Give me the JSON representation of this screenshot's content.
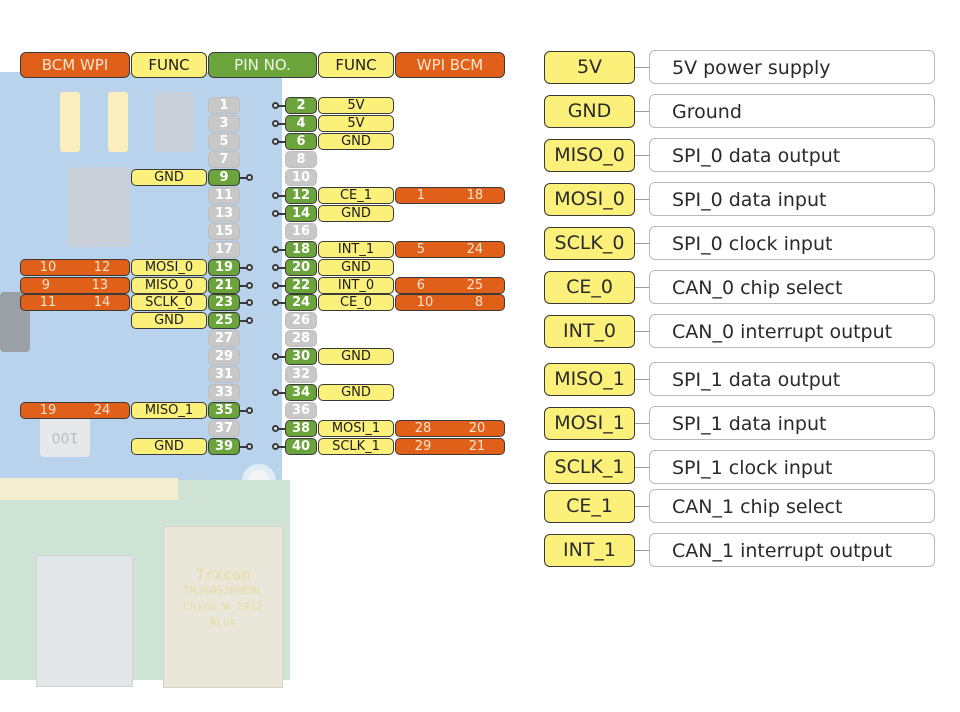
{
  "header": {
    "left_bcm_wpi": "BCM   WPI",
    "left_func": "FUNC",
    "pin_no": "PIN NO.",
    "right_func": "FUNC",
    "right_wpi_bcm": "WPI   BCM"
  },
  "colors": {
    "gpio_number_orange": "#e0601a",
    "function_yellow": "#fbf07a",
    "used_pin_green": "#6aa43a",
    "unused_pin_gray": "#c8c8c8"
  },
  "pins": [
    {
      "pin": "1",
      "used": false
    },
    {
      "pin": "2",
      "used": true,
      "func": "5V"
    },
    {
      "pin": "3",
      "used": false
    },
    {
      "pin": "4",
      "used": true,
      "func": "5V"
    },
    {
      "pin": "5",
      "used": false
    },
    {
      "pin": "6",
      "used": true,
      "func": "GND"
    },
    {
      "pin": "7",
      "used": false
    },
    {
      "pin": "8",
      "used": false
    },
    {
      "pin": "9",
      "used": true,
      "func": "GND"
    },
    {
      "pin": "10",
      "used": false
    },
    {
      "pin": "11",
      "used": false
    },
    {
      "pin": "12",
      "used": true,
      "func": "CE_1",
      "wpi": "1",
      "bcm": "18"
    },
    {
      "pin": "13",
      "used": false
    },
    {
      "pin": "14",
      "used": true,
      "func": "GND"
    },
    {
      "pin": "15",
      "used": false
    },
    {
      "pin": "16",
      "used": false
    },
    {
      "pin": "17",
      "used": false
    },
    {
      "pin": "18",
      "used": true,
      "func": "INT_1",
      "wpi": "5",
      "bcm": "24"
    },
    {
      "pin": "19",
      "used": true,
      "func": "MOSI_0",
      "bcm": "10",
      "wpi": "12"
    },
    {
      "pin": "20",
      "used": true,
      "func": "GND"
    },
    {
      "pin": "21",
      "used": true,
      "func": "MISO_0",
      "bcm": "9",
      "wpi": "13"
    },
    {
      "pin": "22",
      "used": true,
      "func": "INT_0",
      "wpi": "6",
      "bcm": "25"
    },
    {
      "pin": "23",
      "used": true,
      "func": "SCLK_0",
      "bcm": "11",
      "wpi": "14"
    },
    {
      "pin": "24",
      "used": true,
      "func": "CE_0",
      "wpi": "10",
      "bcm": "8"
    },
    {
      "pin": "25",
      "used": true,
      "func": "GND"
    },
    {
      "pin": "26",
      "used": false
    },
    {
      "pin": "27",
      "used": false
    },
    {
      "pin": "28",
      "used": false
    },
    {
      "pin": "29",
      "used": false
    },
    {
      "pin": "30",
      "used": true,
      "func": "GND"
    },
    {
      "pin": "31",
      "used": false
    },
    {
      "pin": "32",
      "used": false
    },
    {
      "pin": "33",
      "used": false
    },
    {
      "pin": "34",
      "used": true,
      "func": "GND"
    },
    {
      "pin": "35",
      "used": true,
      "func": "MISO_1",
      "bcm": "19",
      "wpi": "24"
    },
    {
      "pin": "36",
      "used": false
    },
    {
      "pin": "37",
      "used": false
    },
    {
      "pin": "38",
      "used": true,
      "func": "MOSI_1",
      "wpi": "28",
      "bcm": "20"
    },
    {
      "pin": "39",
      "used": true,
      "func": "GND"
    },
    {
      "pin": "40",
      "used": true,
      "func": "SCLK_1",
      "wpi": "29",
      "bcm": "21"
    }
  ],
  "legend": [
    {
      "tag": "5V",
      "desc": "5V power supply"
    },
    {
      "tag": "GND",
      "desc": "Ground"
    },
    {
      "tag": "MISO_0",
      "desc": "SPI_0 data output"
    },
    {
      "tag": "MOSI_0",
      "desc": "SPI_0 data input"
    },
    {
      "tag": "SCLK_0",
      "desc": "SPI_0 clock input"
    },
    {
      "tag": "CE_0",
      "desc": "CAN_0 chip select"
    },
    {
      "tag": "INT_0",
      "desc": "CAN_0 interrupt output"
    },
    {
      "tag": "MISO_1",
      "desc": "SPI_1 data output"
    },
    {
      "tag": "MOSI_1",
      "desc": "SPI_1 data input"
    },
    {
      "tag": "SCLK_1",
      "desc": "SPI_1 clock input"
    },
    {
      "tag": "CE_1",
      "desc": "CAN_1 chip select"
    },
    {
      "tag": "INT_1",
      "desc": "CAN_1 interrupt output"
    }
  ],
  "board": {
    "ethernet_label": [
      "Trxcom",
      "TRJG0926HENL",
      "China W 1912",
      "RLus"
    ],
    "inductor_label": "100"
  }
}
